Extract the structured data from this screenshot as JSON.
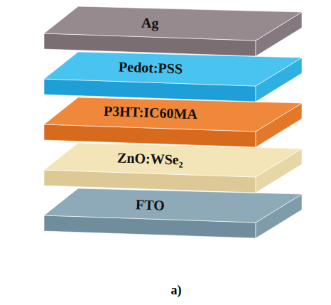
{
  "diagram": {
    "caption": "a)",
    "nodes": [
      {
        "text": [
          "Ag"
        ]
      },
      {
        "text": [
          "Pedot:PSS"
        ]
      },
      {
        "text": [
          "P3HT:IC60MA"
        ]
      },
      {
        "text": [
          "ZnO:WSe₂"
        ]
      },
      {
        "text": [
          "FTO"
        ]
      }
    ]
  }
}
